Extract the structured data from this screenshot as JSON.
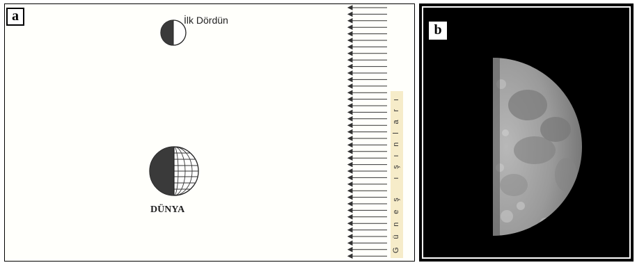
{
  "panel_a": {
    "label": "a",
    "moon_label": "İlk Dördün",
    "earth_label": "DÜNYA",
    "sun_rays_label": "Güneş ışınları"
  },
  "panel_b": {
    "label": "b"
  },
  "colors": {
    "dark_side": "#3a3a3a",
    "lit_side": "#ffffff",
    "ray_color": "#333333",
    "sun_strip": "#f6ecc9",
    "panel_b_bg": "#000000"
  },
  "icons": [
    "moon-half-icon",
    "earth-half-icon",
    "moon-photo"
  ]
}
